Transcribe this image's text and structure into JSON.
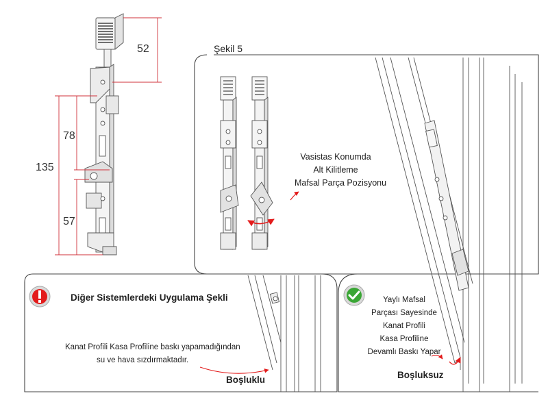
{
  "dimensions": {
    "top": "52",
    "middle": "78",
    "total": "135",
    "bottom": "57"
  },
  "figure5": {
    "title": "Şekil 5",
    "callout_lines": [
      "Vasistas Konumda",
      "Alt Kilitleme",
      "Mafsal Parça Pozisyonu"
    ]
  },
  "other_systems": {
    "title": "Diğer Sistemlerdeki Uygulama Şekli",
    "text_lines": [
      "Kanat Profili Kasa Profiline baskı yapamadığından",
      "su ve hava sızdırmaktadır."
    ],
    "gap_label": "Boşluklu"
  },
  "our_system": {
    "text_lines": [
      "Yaylı Mafsal",
      "Parçası Sayesinde",
      "Kanat Profili",
      "Kasa Profiline",
      "Devamlı Baskı Yapar"
    ],
    "gap_label": "Boşluksuz"
  },
  "colors": {
    "accent_red": "#e31b1b",
    "check_green": "#3aa635",
    "dim_red": "#d0303a",
    "line": "#555555"
  },
  "icons": {
    "warning": "exclamation-icon",
    "ok": "checkmark-icon"
  }
}
